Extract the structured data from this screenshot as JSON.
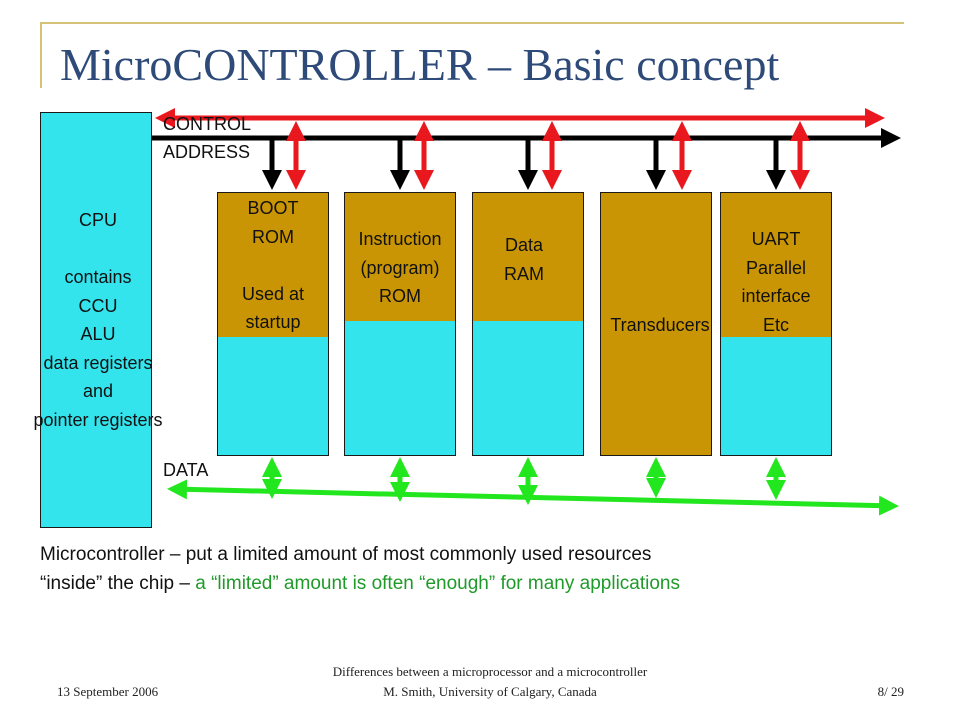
{
  "slide": {
    "title": "MicroCONTROLLER – Basic concept"
  },
  "cpu": {
    "lines": [
      "CPU",
      "",
      "contains",
      "CCU",
      "ALU",
      "data registers",
      "and",
      "pointer registers"
    ]
  },
  "bus_labels": {
    "control": "CONTROL",
    "address": "ADDRESS",
    "data": "DATA"
  },
  "modules": [
    {
      "id": "boot-rom",
      "lines": [
        "BOOT",
        "ROM",
        "",
        "Used at",
        "startup"
      ]
    },
    {
      "id": "instruction-rom",
      "lines": [
        "Instruction",
        "(program)",
        "ROM"
      ]
    },
    {
      "id": "data-ram",
      "lines": [
        "Data",
        "RAM"
      ]
    },
    {
      "id": "transducers",
      "lines": [
        "Transducers"
      ]
    },
    {
      "id": "uart",
      "lines": [
        "UART",
        "Parallel",
        "interface",
        "Etc"
      ]
    }
  ],
  "caption": {
    "line1": "Microcontroller – put a limited amount of most commonly used resources",
    "line2_black": "“inside” the chip – ",
    "line2_green": "a “limited” amount is often “enough” for many applications"
  },
  "footer": {
    "date": "13 September 2006",
    "line1": "Differences between a microprocessor and a microcontroller",
    "line2": "M. Smith, University of Calgary, Canada",
    "page": "8/ 29"
  },
  "colors": {
    "control_bus": "#e8181e",
    "address_bus": "#000000",
    "data_bus": "#22e61e",
    "module_cyan": "#33e4ed",
    "module_brown": "#c99505",
    "title": "#2e4a78",
    "caption_green": "#1f9a2a"
  }
}
